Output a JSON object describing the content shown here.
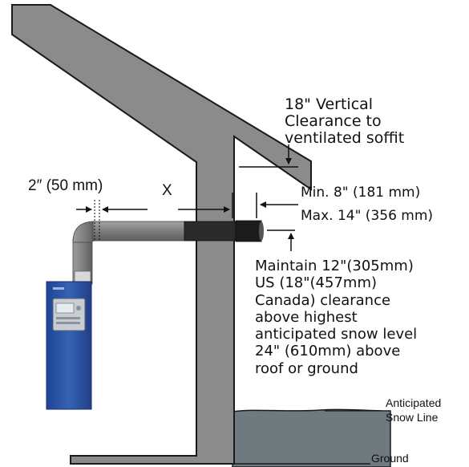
{
  "labels": {
    "soffit": [
      "18\" Vertical",
      "Clearance to",
      "ventilated soffit"
    ],
    "pipe_size": "2″ (50 mm)",
    "x_distance": "X",
    "min_max": [
      "Min. 8\" (181 mm)",
      "Max. 14\" (356 mm)"
    ],
    "maintain": [
      "Maintain 12\"(305mm)",
      "US (18\"(457mm)",
      "Canada) clearance",
      "above highest",
      "anticipated snow level",
      "24\" (610mm) above",
      "roof or ground"
    ],
    "snow_line": [
      "Anticipated",
      "Snow Line"
    ],
    "ground": "Ground"
  },
  "colors": {
    "wall": "#8b8b8b",
    "wall_outline": "#1a1a1a",
    "pipe": "#7c7c7c",
    "vent_collar": "#1c1c1c",
    "heater_body": "#2f5aa8",
    "heater_panel": "#c8ccd3",
    "snow": "#6e7a80",
    "arrows": "#111111"
  },
  "icons": {
    "heater": "water-heater-icon",
    "pipe": "vent-pipe-icon"
  }
}
